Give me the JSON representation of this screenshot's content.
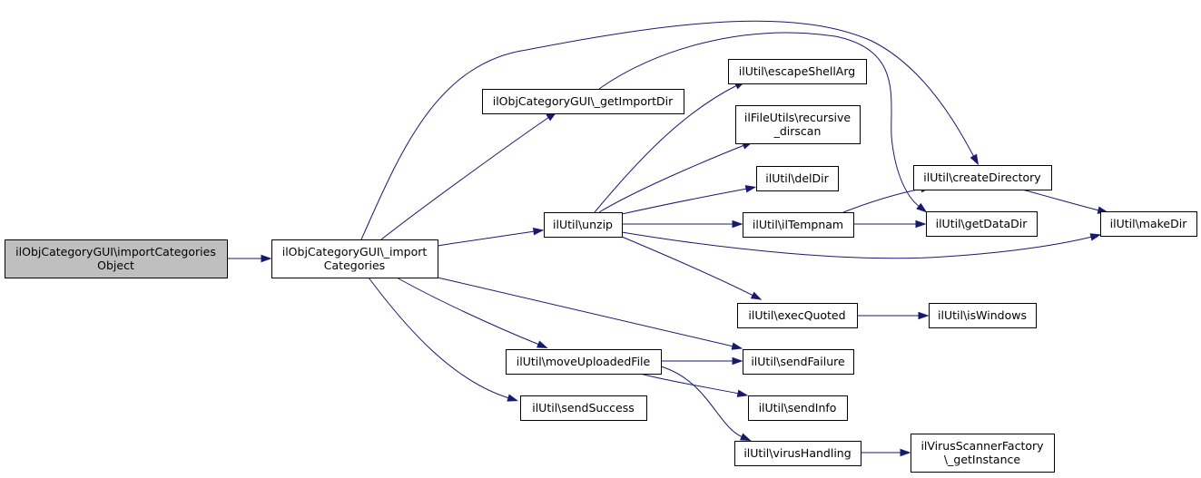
{
  "nodes": {
    "n0": {
      "lines": [
        "ilObjCategoryGUI\\importCategories",
        "Object"
      ]
    },
    "n1": {
      "lines": [
        "ilObjCategoryGUI\\_import",
        "Categories"
      ]
    },
    "n2": {
      "lines": [
        "ilObjCategoryGUI\\_getImportDir"
      ]
    },
    "n3": {
      "lines": [
        "ilUtil\\unzip"
      ]
    },
    "n4": {
      "lines": [
        "ilUtil\\moveUploadedFile"
      ]
    },
    "n5": {
      "lines": [
        "ilUtil\\sendSuccess"
      ]
    },
    "n6": {
      "lines": [
        "ilUtil\\escapeShellArg"
      ]
    },
    "n7": {
      "lines": [
        "ilFileUtils\\recursive",
        "_dirscan"
      ]
    },
    "n8": {
      "lines": [
        "ilUtil\\delDir"
      ]
    },
    "n9": {
      "lines": [
        "ilUtil\\ilTempnam"
      ]
    },
    "n10": {
      "lines": [
        "ilUtil\\execQuoted"
      ]
    },
    "n11": {
      "lines": [
        "ilUtil\\sendFailure"
      ]
    },
    "n12": {
      "lines": [
        "ilUtil\\sendInfo"
      ]
    },
    "n13": {
      "lines": [
        "ilUtil\\virusHandling"
      ]
    },
    "n14": {
      "lines": [
        "ilUtil\\createDirectory"
      ]
    },
    "n15": {
      "lines": [
        "ilUtil\\getDataDir"
      ]
    },
    "n16": {
      "lines": [
        "ilUtil\\isWindows"
      ]
    },
    "n17": {
      "lines": [
        "ilVirusScannerFactory",
        "\\_getInstance"
      ]
    },
    "n18": {
      "lines": [
        "ilUtil\\makeDir"
      ]
    }
  },
  "edges": [
    [
      "n0",
      "n1"
    ],
    [
      "n1",
      "n2"
    ],
    [
      "n1",
      "n14"
    ],
    [
      "n1",
      "n3"
    ],
    [
      "n1",
      "n4"
    ],
    [
      "n1",
      "n11"
    ],
    [
      "n1",
      "n5"
    ],
    [
      "n2",
      "n15"
    ],
    [
      "n3",
      "n6"
    ],
    [
      "n3",
      "n7"
    ],
    [
      "n3",
      "n8"
    ],
    [
      "n3",
      "n9"
    ],
    [
      "n3",
      "n18"
    ],
    [
      "n3",
      "n10"
    ],
    [
      "n4",
      "n11"
    ],
    [
      "n4",
      "n12"
    ],
    [
      "n4",
      "n13"
    ],
    [
      "n9",
      "n14"
    ],
    [
      "n9",
      "n15"
    ],
    [
      "n10",
      "n16"
    ],
    [
      "n13",
      "n17"
    ],
    [
      "n14",
      "n18"
    ]
  ]
}
